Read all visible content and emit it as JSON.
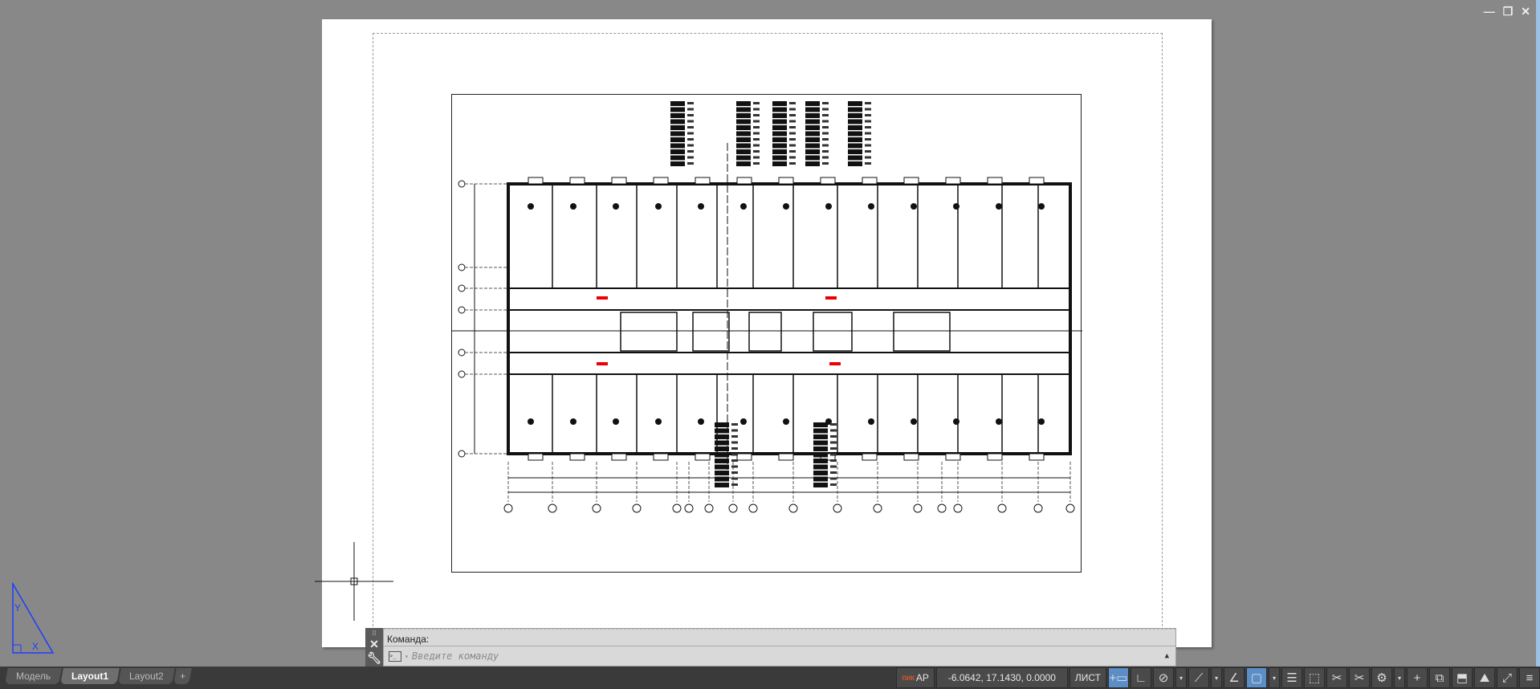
{
  "window_controls": {
    "minimize": "—",
    "restore": "❐",
    "close": "✕"
  },
  "command_line": {
    "history": "Команда:",
    "placeholder": "Введите команду",
    "close_icon": "✕",
    "settings_icon": "wrench-icon",
    "prompt_icon": ">_",
    "expand_icon": "▲"
  },
  "layout_tabs": {
    "items": [
      {
        "label": "Модель",
        "active": false
      },
      {
        "label": "Layout1",
        "active": true
      },
      {
        "label": "Layout2",
        "active": false
      }
    ],
    "add_label": "+"
  },
  "status_bar": {
    "snap_prefix": "пик",
    "snap_label": "AP",
    "coordinates": "-6.0642, 17.1430, 0.0000",
    "space": "ЛИСТ",
    "icons": [
      "+▭",
      "∟",
      "⊘",
      "▾",
      "⟋",
      "▾",
      "∠",
      "▢",
      "▾",
      "☰",
      "⬚",
      "✂",
      "✂",
      "⚙",
      "▾",
      "+",
      "⧉",
      "⬒",
      "⛰",
      "⤢",
      "≡"
    ]
  },
  "ucs": {
    "y_label": "Y",
    "x_label": "X"
  },
  "accent": "#5b8ec7"
}
